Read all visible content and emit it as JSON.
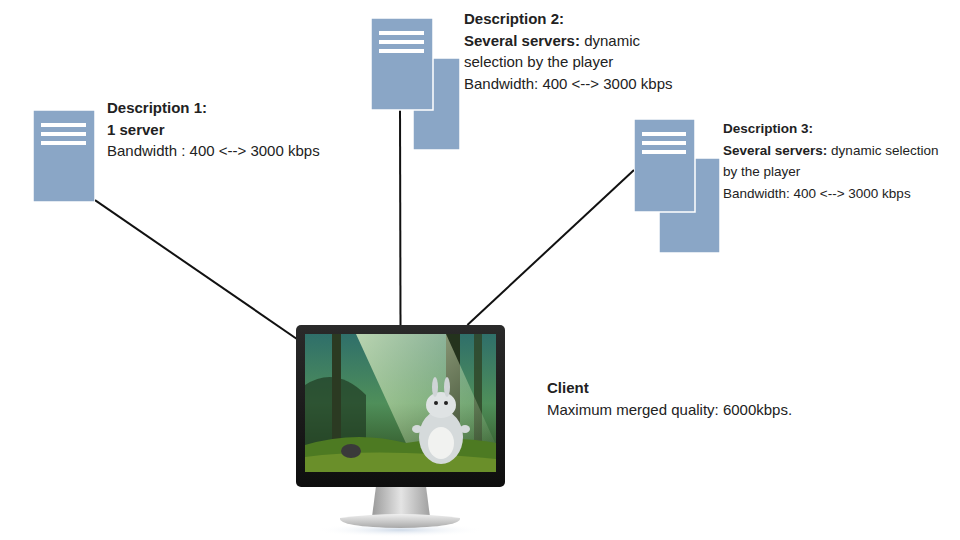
{
  "diagram": {
    "nodes": [
      {
        "text": [
          "Description 1:",
          "1 server",
          "Bandwidth : 400 <--> 3000 kbps"
        ]
      },
      {
        "text": [
          "Description 2:",
          "Several servers:",
          "dynamic selection by the player",
          "Bandwidth: 400 <--> 3000 kbps"
        ]
      },
      {
        "text": [
          "Description 3:",
          "Several servers:",
          "dynamic selection by the player",
          "Bandwidth: 400 <--> 3000 kbps"
        ]
      },
      {
        "text": [
          "Client",
          "Maximum merged quality: 6000kbps."
        ]
      }
    ],
    "edges": [
      {
        "from": 0,
        "to": 3,
        "arrow": "none"
      },
      {
        "from": 1,
        "to": 3,
        "arrow": "none"
      },
      {
        "from": 2,
        "to": 3,
        "arrow": "none"
      }
    ]
  }
}
